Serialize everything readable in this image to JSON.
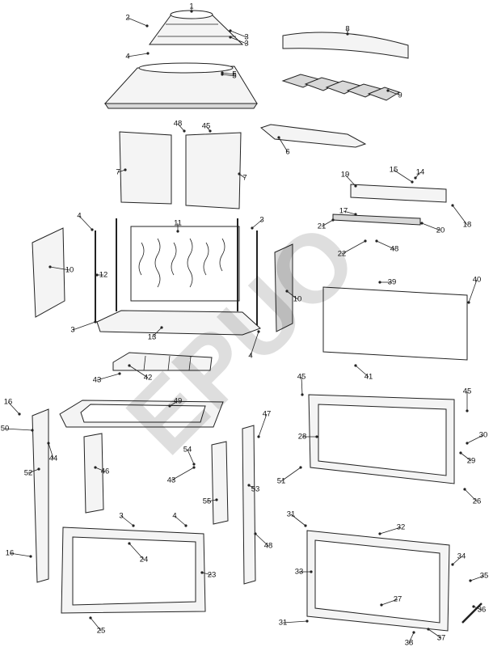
{
  "watermark": "EPUO",
  "part_numbers": [
    "1",
    "2",
    "3",
    "3",
    "4",
    "5",
    "5",
    "6",
    "7",
    "7",
    "8",
    "9",
    "10",
    "10",
    "11",
    "12",
    "13",
    "14",
    "15",
    "16",
    "16",
    "17",
    "18",
    "19",
    "20",
    "21",
    "22",
    "23",
    "24",
    "25",
    "26",
    "27",
    "28",
    "29",
    "30",
    "31",
    "31",
    "32",
    "33",
    "34",
    "35",
    "36",
    "37",
    "38",
    "39",
    "40",
    "41",
    "42",
    "43",
    "43",
    "44",
    "45",
    "45",
    "45",
    "46",
    "47",
    "48",
    "48",
    "48",
    "49",
    "50",
    "51",
    "52",
    "53",
    "54",
    "55",
    "3",
    "3",
    "4",
    "4",
    "3",
    "4"
  ]
}
